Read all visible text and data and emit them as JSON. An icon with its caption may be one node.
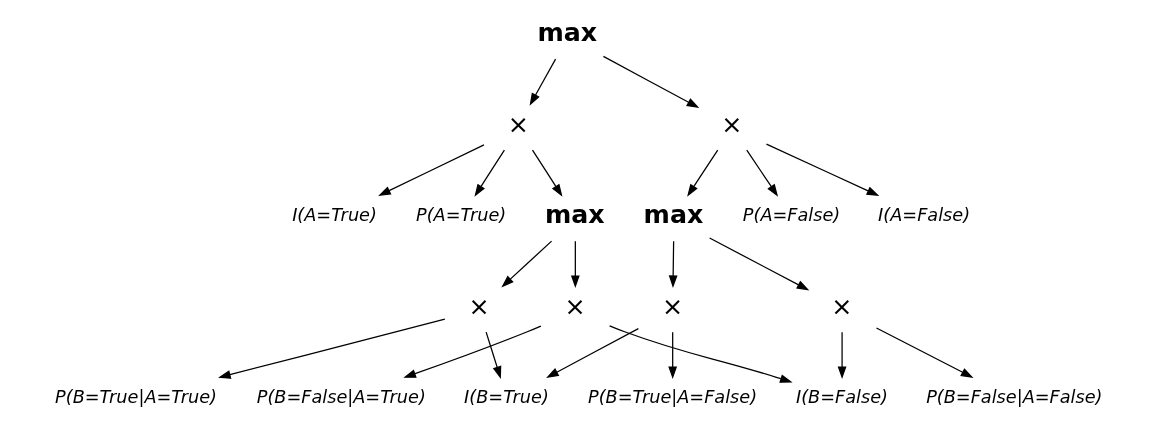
{
  "diagram": {
    "nodes": [
      {
        "text": [
          "max"
        ]
      },
      {
        "text": [
          "×"
        ]
      },
      {
        "text": [
          "×"
        ]
      },
      {
        "text": [
          "I(A=True)"
        ]
      },
      {
        "text": [
          "P(A=True)"
        ]
      },
      {
        "text": [
          "max"
        ]
      },
      {
        "text": [
          "max"
        ]
      },
      {
        "text": [
          "P(A=False)"
        ]
      },
      {
        "text": [
          "I(A=False)"
        ]
      },
      {
        "text": [
          "×"
        ]
      },
      {
        "text": [
          "×"
        ]
      },
      {
        "text": [
          "×"
        ]
      },
      {
        "text": [
          "×"
        ]
      },
      {
        "text": [
          "P(B=True|A=True)"
        ]
      },
      {
        "text": [
          "I(B=True)"
        ]
      },
      {
        "text": [
          "P(B=True|A=False)"
        ]
      },
      {
        "text": [
          "P(B=False|A=True)"
        ]
      },
      {
        "text": [
          "I(B=False)"
        ]
      },
      {
        "text": [
          "P(B=False|A=False)"
        ]
      }
    ],
    "edges": [
      {
        "from": 0,
        "to": 1,
        "arrow": "to"
      },
      {
        "from": 0,
        "to": 2,
        "arrow": "to"
      },
      {
        "from": 1,
        "to": 3,
        "arrow": "to"
      },
      {
        "from": 1,
        "to": 4,
        "arrow": "to"
      },
      {
        "from": 1,
        "to": 5,
        "arrow": "to"
      },
      {
        "from": 2,
        "to": 6,
        "arrow": "to"
      },
      {
        "from": 2,
        "to": 7,
        "arrow": "to"
      },
      {
        "from": 2,
        "to": 8,
        "arrow": "to"
      },
      {
        "from": 5,
        "to": 9,
        "arrow": "to"
      },
      {
        "from": 5,
        "to": 11,
        "arrow": "to"
      },
      {
        "from": 6,
        "to": 10,
        "arrow": "to"
      },
      {
        "from": 6,
        "to": 12,
        "arrow": "to"
      },
      {
        "from": 9,
        "to": 13,
        "arrow": "to"
      },
      {
        "from": 9,
        "to": 14,
        "arrow": "to"
      },
      {
        "from": 10,
        "to": 14,
        "arrow": "to"
      },
      {
        "from": 10,
        "to": 15,
        "arrow": "to"
      },
      {
        "from": 11,
        "to": 16,
        "arrow": "to"
      },
      {
        "from": 11,
        "to": 17,
        "arrow": "to"
      },
      {
        "from": 12,
        "to": 17,
        "arrow": "to"
      },
      {
        "from": 12,
        "to": 18,
        "arrow": "to"
      }
    ]
  }
}
